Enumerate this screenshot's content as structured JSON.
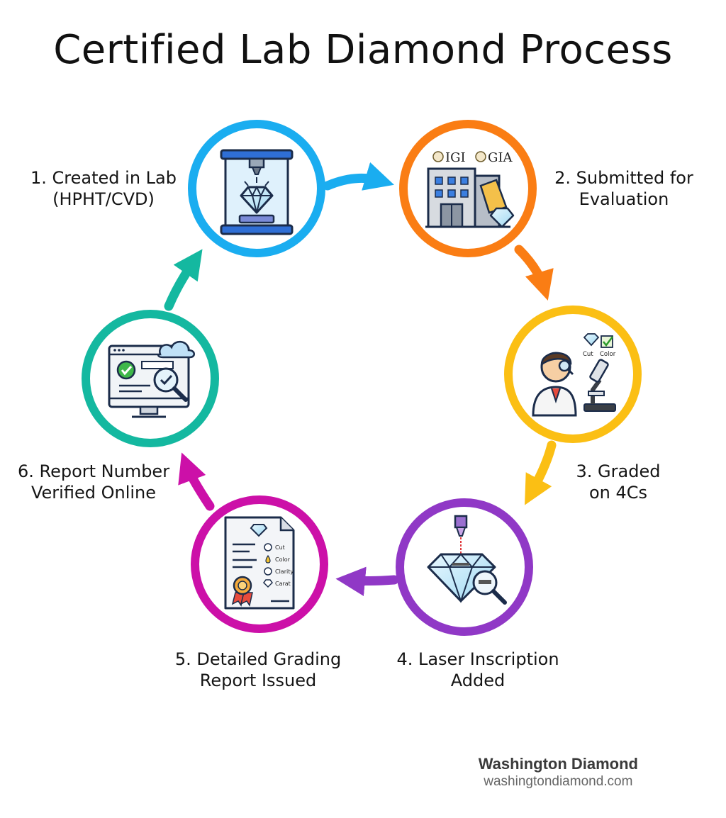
{
  "title": "Certified Lab Diamond Process",
  "steps": [
    {
      "line1": "1. Created in Lab",
      "line2": "(HPHT/CVD)",
      "icon": "lab-chamber-icon",
      "color": "#1AADF0"
    },
    {
      "line1": "2. Submitted for",
      "line2": "Evaluation",
      "icon": "grading-lab-building-icon",
      "color": "#FA7D14"
    },
    {
      "line1": "3. Graded",
      "line2": "on 4Cs",
      "icon": "gemologist-microscope-icon",
      "color": "#FBBF14"
    },
    {
      "line1": "4. Laser Inscription",
      "line2": "Added",
      "icon": "laser-inscription-icon",
      "color": "#9038C6"
    },
    {
      "line1": "5. Detailed Grading",
      "line2": "Report Issued",
      "icon": "grading-report-icon",
      "color": "#CC10A8"
    },
    {
      "line1": "6. Report Number",
      "line2": "Verified Online",
      "icon": "online-verification-icon",
      "color": "#14B8A0"
    }
  ],
  "icon_text": {
    "igi": "IGI",
    "gia": "GIA",
    "cut": "Cut",
    "color": "Color",
    "clarity": "Clarity",
    "carat": "Carat"
  },
  "brand": {
    "name": "Washington Diamond",
    "url": "washingtondiamond.com"
  }
}
